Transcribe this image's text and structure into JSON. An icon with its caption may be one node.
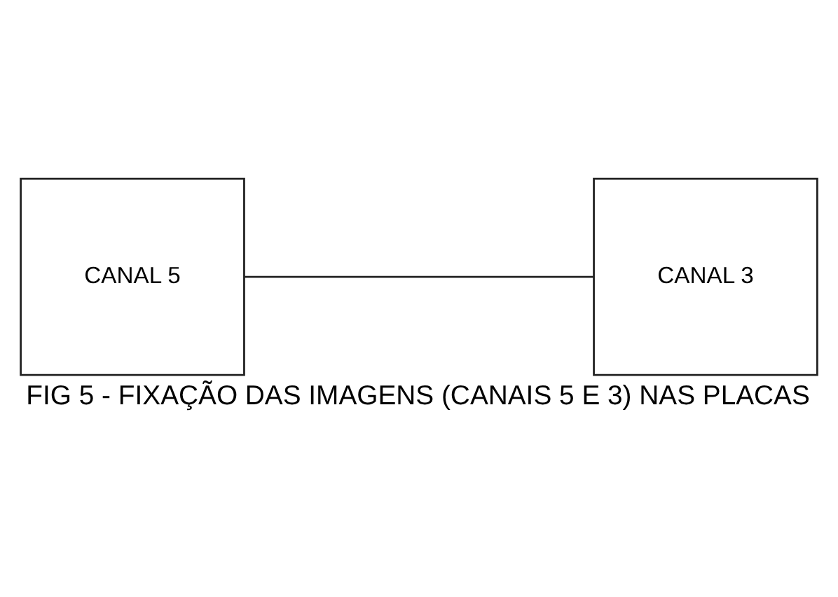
{
  "diagram": {
    "caption": "FIG 5 - FIXAÇÃO DAS IMAGENS (CANAIS 5 E 3) NAS PLACAS",
    "nodes": [
      {
        "text": [
          "CANAL 5"
        ]
      },
      {
        "text": [
          "CANAL 3"
        ]
      }
    ],
    "edges": [
      {
        "from": 0,
        "to": 1,
        "arrow": "none"
      }
    ]
  }
}
